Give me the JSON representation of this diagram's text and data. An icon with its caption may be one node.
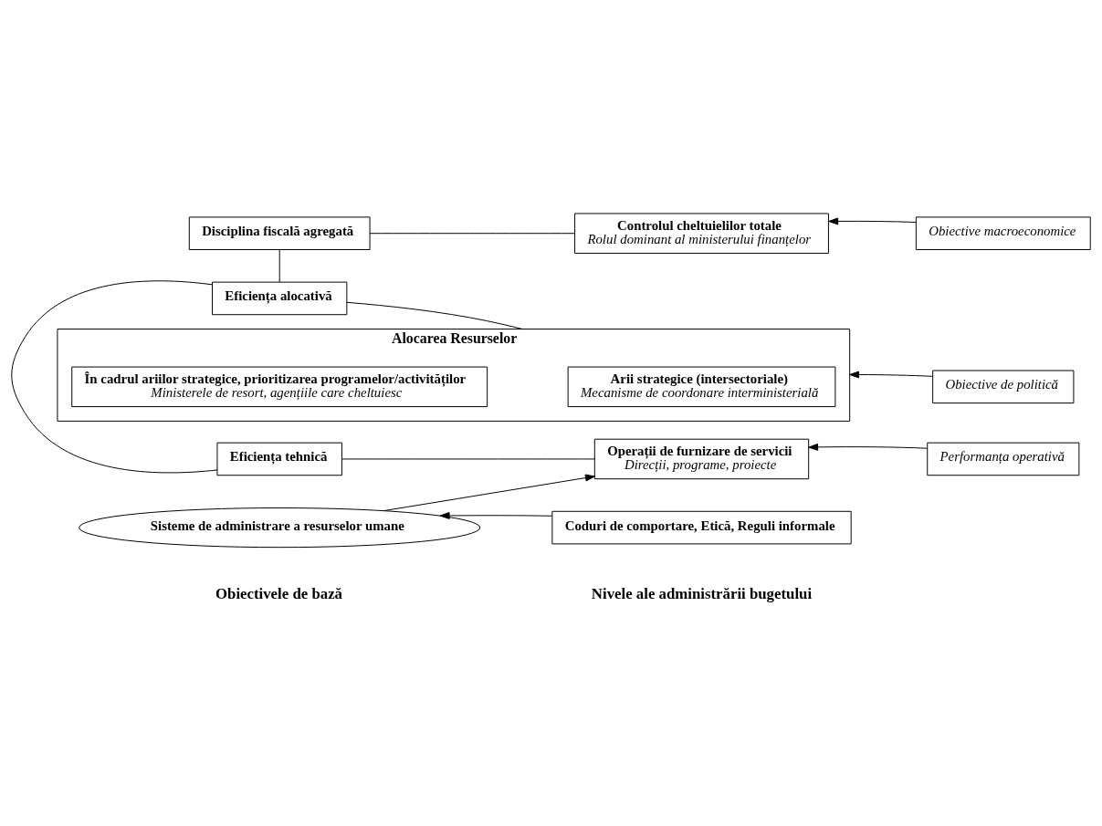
{
  "diagram": {
    "nodes": [
      {
        "text": [
          "Disciplina fiscală agregată"
        ]
      },
      {
        "text": [
          "Controlul cheltuielilor totale",
          "Rolul dominant al ministerului finanțelor"
        ]
      },
      {
        "text": [
          "Obiective macroeconomice"
        ]
      },
      {
        "text": [
          "Alocarea Resurselor"
        ]
      },
      {
        "text": [
          "Obiective de politică"
        ]
      },
      {
        "text": [
          "Eficiența alocativă"
        ]
      },
      {
        "text": [
          "Arii strategice (intersectoriale)",
          "Mecanisme de coordonare interministerială"
        ],
        "in": 3
      },
      {
        "text": [
          "În cadrul ariilor strategice, prioritizarea programelor/activităților",
          "Ministerele de resort, agențiile care cheltuiesc"
        ],
        "in": 3
      },
      {
        "text": [
          "Eficiența tehnică"
        ]
      },
      {
        "text": [
          "Operații de furnizare de servicii",
          "Direcții, programe, proiecte"
        ]
      },
      {
        "text": [
          "Performanța operativă"
        ]
      },
      {
        "text": [
          "Sisteme de administrare a resurselor umane"
        ]
      },
      {
        "text": [
          "Coduri de comportare, Etică, Reguli informale"
        ]
      }
    ],
    "edges": [
      {
        "from": 0,
        "to": 1,
        "arrow": "none"
      },
      {
        "from": 2,
        "to": 1,
        "arrow": "to"
      },
      {
        "from": 5,
        "to": 3,
        "arrow": "none"
      },
      {
        "from": 4,
        "to": 3,
        "arrow": "to"
      },
      {
        "from": 8,
        "to": 9,
        "arrow": "none"
      },
      {
        "from": 10,
        "to": 9,
        "arrow": "to"
      },
      {
        "from": 11,
        "to": 9,
        "arrow": "to"
      },
      {
        "from": 12,
        "to": 11,
        "arrow": "to"
      },
      {
        "from": 0,
        "to": 5,
        "arrow": "none"
      },
      {
        "from": 5,
        "to": 8,
        "arrow": "none"
      }
    ],
    "labels": [
      "Obiectivele de bază",
      "Nivele ale administrării bugetului"
    ]
  }
}
